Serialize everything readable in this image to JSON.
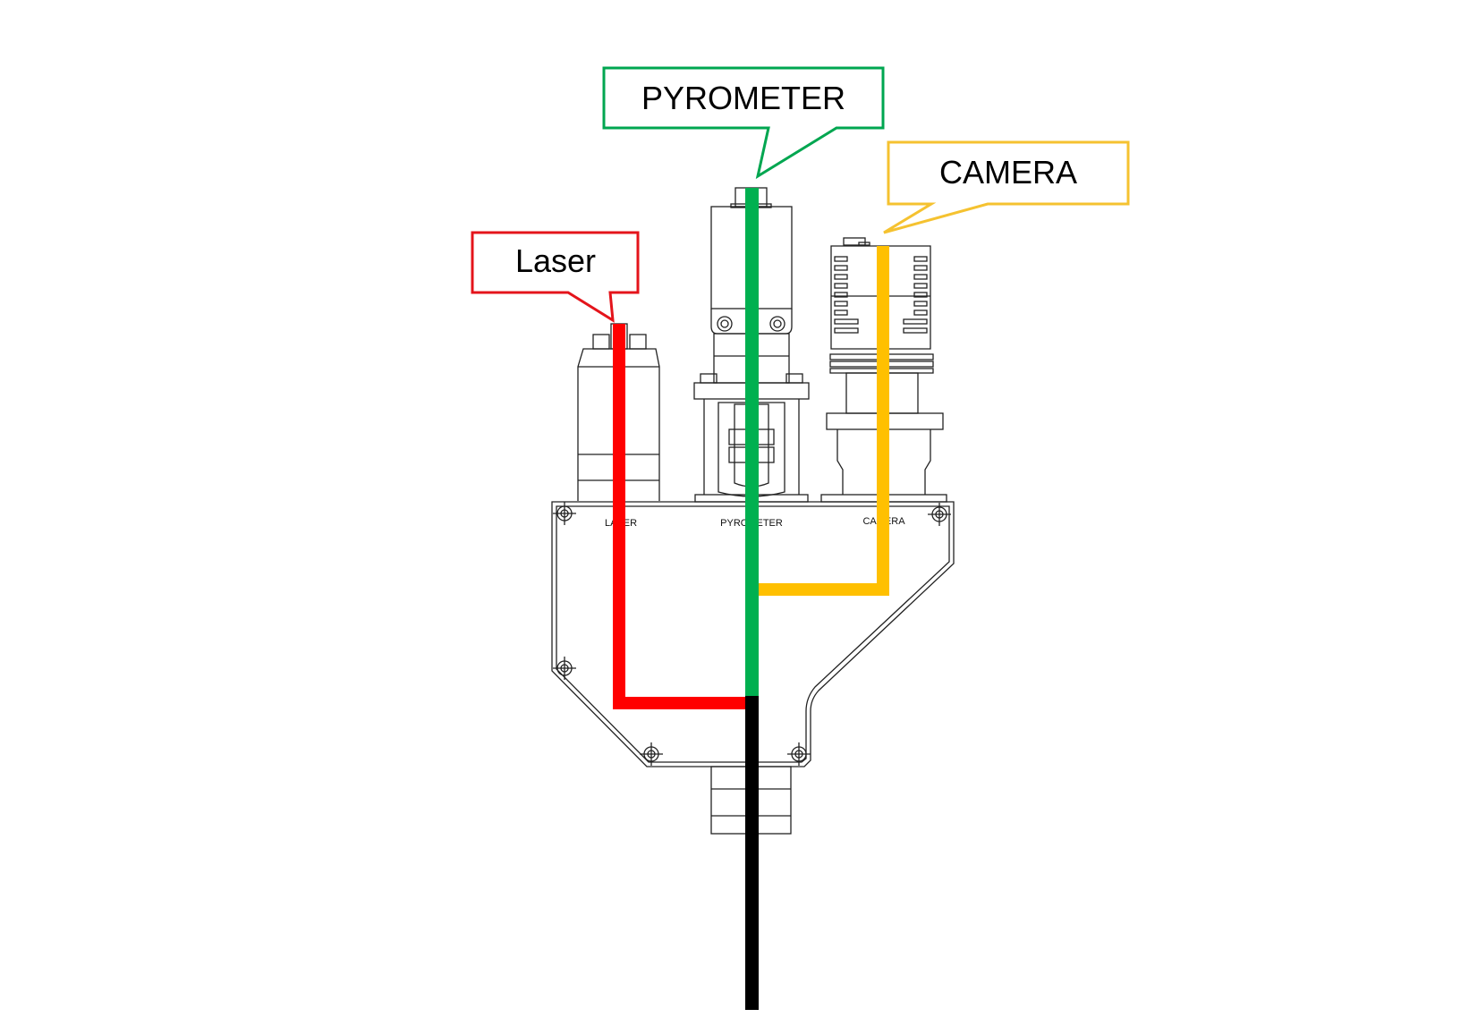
{
  "callouts": {
    "laser": {
      "label": "Laser",
      "color": "#E4141B"
    },
    "pyrometer": {
      "label": "PYROMETER",
      "color": "#00A650"
    },
    "camera": {
      "label": "CAMERA",
      "color": "#F5C230"
    }
  },
  "engravings": {
    "laser": "LASER",
    "pyrometer": "PYROMETER",
    "camera": "CAMERA"
  },
  "paths": {
    "laser_color": "#FF0000",
    "pyrometer_color": "#00B050",
    "camera_color": "#FFC000",
    "combined_color": "#000000"
  }
}
